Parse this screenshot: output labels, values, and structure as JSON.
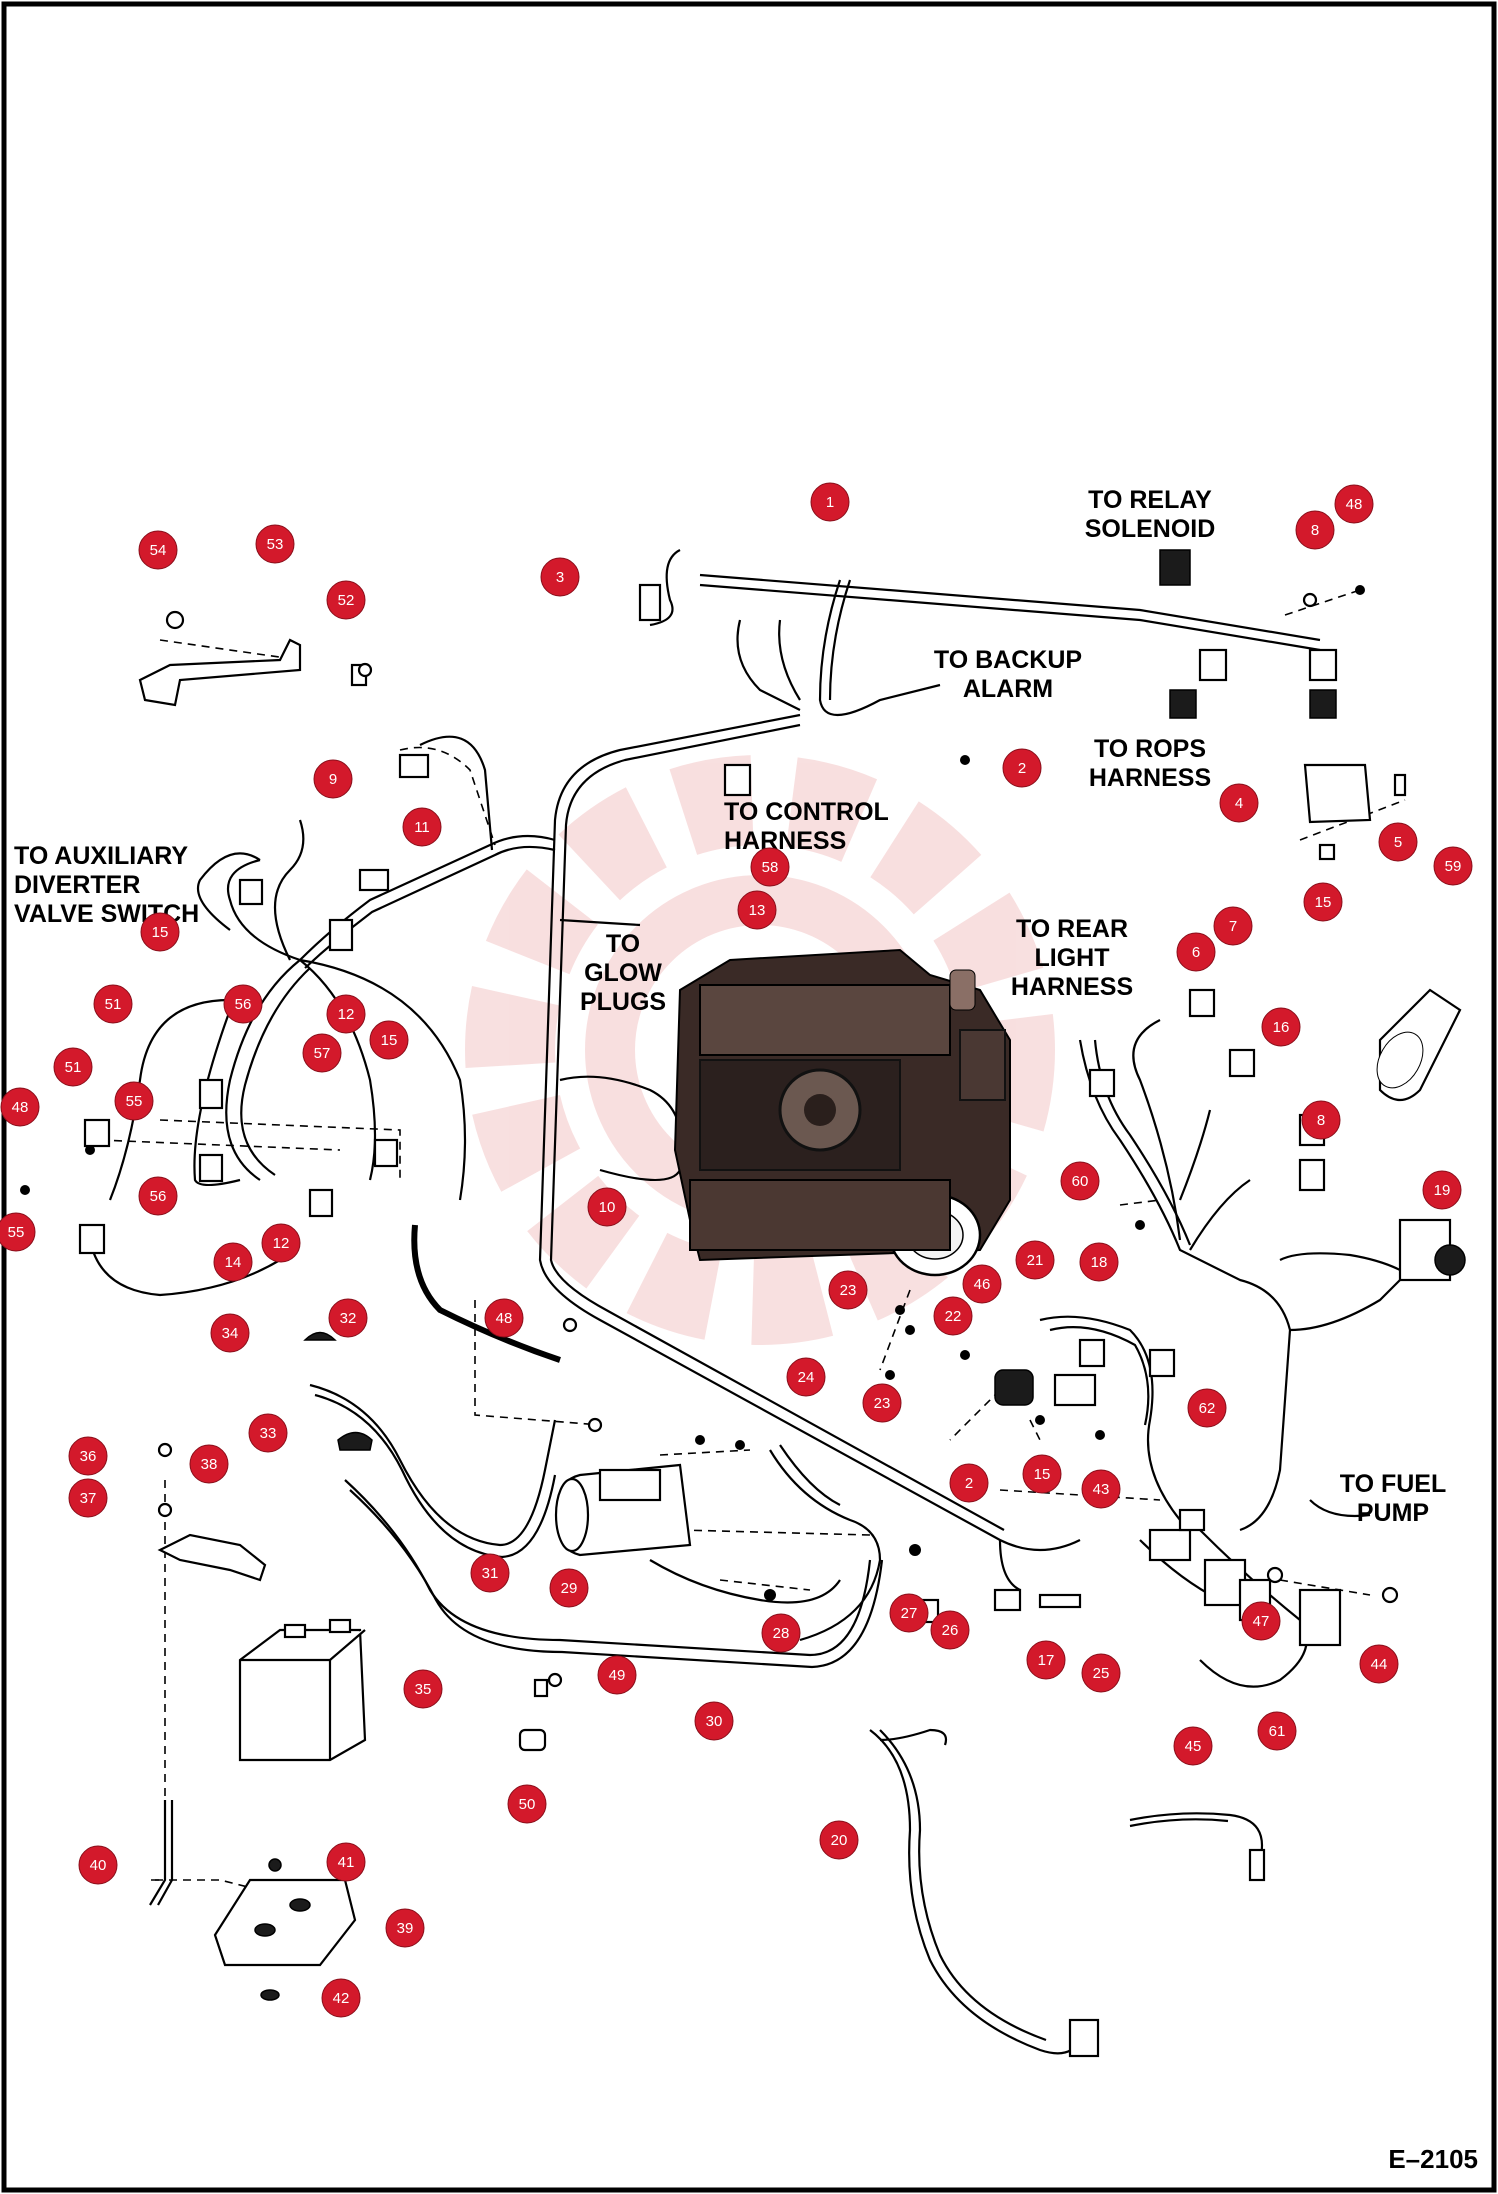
{
  "figure_id": "E–2105",
  "labels": {
    "relay_solenoid": [
      "TO RELAY",
      "SOLENOID"
    ],
    "backup_alarm": [
      "TO BACKUP",
      "ALARM"
    ],
    "rops_harness": [
      "TO ROPS",
      "HARNESS"
    ],
    "control_harness": [
      "TO CONTROL",
      "HARNESS"
    ],
    "aux_diverter": [
      "TO AUXILIARY",
      "DIVERTER",
      "VALVE SWITCH"
    ],
    "rear_light": [
      "TO REAR",
      "LIGHT",
      "HARNESS"
    ],
    "glow_plugs": [
      "TO",
      "GLOW",
      "PLUGS"
    ],
    "fuel_pump": [
      "TO FUEL",
      "PUMP"
    ]
  },
  "callouts": [
    {
      "n": "1"
    },
    {
      "n": "3"
    },
    {
      "n": "54"
    },
    {
      "n": "53"
    },
    {
      "n": "52"
    },
    {
      "n": "48"
    },
    {
      "n": "8"
    },
    {
      "n": "2"
    },
    {
      "n": "4"
    },
    {
      "n": "5"
    },
    {
      "n": "15"
    },
    {
      "n": "59"
    },
    {
      "n": "9"
    },
    {
      "n": "11"
    },
    {
      "n": "58"
    },
    {
      "n": "13"
    },
    {
      "n": "7"
    },
    {
      "n": "6"
    },
    {
      "n": "16"
    },
    {
      "n": "15"
    },
    {
      "n": "51"
    },
    {
      "n": "56"
    },
    {
      "n": "12"
    },
    {
      "n": "15"
    },
    {
      "n": "57"
    },
    {
      "n": "51"
    },
    {
      "n": "55"
    },
    {
      "n": "48"
    },
    {
      "n": "56"
    },
    {
      "n": "55"
    },
    {
      "n": "14"
    },
    {
      "n": "12"
    },
    {
      "n": "10"
    },
    {
      "n": "8"
    },
    {
      "n": "60"
    },
    {
      "n": "19"
    },
    {
      "n": "21"
    },
    {
      "n": "18"
    },
    {
      "n": "46"
    },
    {
      "n": "22"
    },
    {
      "n": "23"
    },
    {
      "n": "34"
    },
    {
      "n": "32"
    },
    {
      "n": "48"
    },
    {
      "n": "24"
    },
    {
      "n": "23"
    },
    {
      "n": "62"
    },
    {
      "n": "33"
    },
    {
      "n": "36"
    },
    {
      "n": "38"
    },
    {
      "n": "37"
    },
    {
      "n": "2"
    },
    {
      "n": "15"
    },
    {
      "n": "43"
    },
    {
      "n": "31"
    },
    {
      "n": "29"
    },
    {
      "n": "27"
    },
    {
      "n": "26"
    },
    {
      "n": "28"
    },
    {
      "n": "17"
    },
    {
      "n": "25"
    },
    {
      "n": "47"
    },
    {
      "n": "44"
    },
    {
      "n": "35"
    },
    {
      "n": "49"
    },
    {
      "n": "30"
    },
    {
      "n": "61"
    },
    {
      "n": "50"
    },
    {
      "n": "45"
    },
    {
      "n": "20"
    },
    {
      "n": "40"
    },
    {
      "n": "41"
    },
    {
      "n": "39"
    },
    {
      "n": "42"
    }
  ],
  "colors": {
    "callout_fill": "#d3192b",
    "line": "#000000",
    "background": "#ffffff",
    "watermark": "#f3c6c6"
  }
}
